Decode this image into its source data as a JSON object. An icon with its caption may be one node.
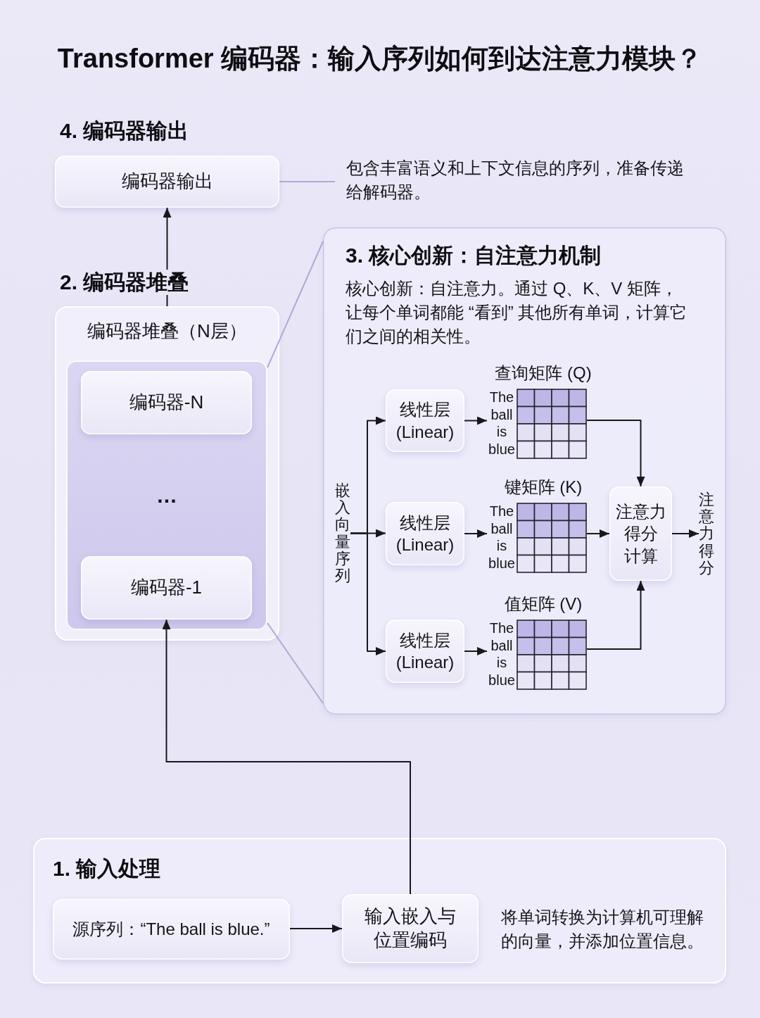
{
  "diagram": {
    "title": "Transformer 编码器：输入序列如何到达注意力模块？",
    "nodes": [
      {
        "text": [
          "4. 编码器输出",
          "编码器输出"
        ]
      },
      {
        "text": [
          "包含丰富语义和上下文信息的序列，准备传递给解码器。"
        ]
      },
      {
        "text": [
          "2. 编码器堆叠",
          "编码器堆叠（N层）"
        ]
      },
      {
        "text": [
          "…"
        ],
        "in": 2
      },
      {
        "text": [
          "编码器-N"
        ],
        "in": 3
      },
      {
        "text": [
          "编码器-1"
        ],
        "in": 3
      },
      {
        "text": [
          "3. 核心创新：自注意力机制",
          "核心创新：自注意力。通过 Q、K、V 矩阵，让每个单词都能 “看到” 其他所有单词，计算它们之间的相关性。"
        ]
      },
      {
        "text": [
          "嵌入向量序列"
        ],
        "in": 6
      },
      {
        "text": [
          "线性层 (Linear)"
        ],
        "in": 6
      },
      {
        "text": [
          "查询矩阵 (Q)",
          "The",
          "ball",
          "is",
          "blue"
        ],
        "in": 6
      },
      {
        "text": [
          "线性层 (Linear)"
        ],
        "in": 6
      },
      {
        "text": [
          "键矩阵 (K)",
          "The",
          "ball",
          "is",
          "blue"
        ],
        "in": 6
      },
      {
        "text": [
          "注意力得分计算"
        ],
        "in": 6
      },
      {
        "text": [
          "注意力得分"
        ],
        "in": 6
      },
      {
        "text": [
          "线性层 (Linear)"
        ],
        "in": 6
      },
      {
        "text": [
          "值矩阵 (V)",
          "The",
          "ball",
          "is",
          "blue"
        ],
        "in": 6
      },
      {
        "text": [
          "1. 输入处理"
        ]
      },
      {
        "text": [
          "源序列：“The ball is blue.”"
        ],
        "in": 16
      },
      {
        "text": [
          "输入嵌入与位置编码"
        ],
        "in": 16,
        "beside": [
          "将单词转换为计算机可理解的向量，并添加位置信息。"
        ]
      }
    ],
    "edges": [
      {
        "from": 1,
        "to": 0,
        "arrow": "none",
        "color": "#aeaad6"
      },
      {
        "from": 2,
        "to": 0,
        "arrow": "to"
      },
      {
        "from": 3,
        "to": 6,
        "arrow": "none",
        "color": "#aeaad6"
      },
      {
        "from": 3,
        "to": 6,
        "arrow": "none",
        "color": "#aeaad6"
      },
      {
        "from": 7,
        "to": 8,
        "arrow": "to"
      },
      {
        "from": 7,
        "to": 10,
        "arrow": "to"
      },
      {
        "from": 7,
        "to": 14,
        "arrow": "to"
      },
      {
        "from": 8,
        "to": 9,
        "arrow": "to"
      },
      {
        "from": 10,
        "to": 11,
        "arrow": "to"
      },
      {
        "from": 14,
        "to": 15,
        "arrow": "to"
      },
      {
        "from": 9,
        "to": 12,
        "arrow": "to"
      },
      {
        "from": 11,
        "to": 12,
        "arrow": "to"
      },
      {
        "from": 15,
        "to": 12,
        "arrow": "to"
      },
      {
        "from": 12,
        "to": 13,
        "arrow": "to"
      },
      {
        "from": 17,
        "to": 18,
        "arrow": "to"
      },
      {
        "from": 18,
        "to": 5,
        "arrow": "to"
      }
    ]
  }
}
